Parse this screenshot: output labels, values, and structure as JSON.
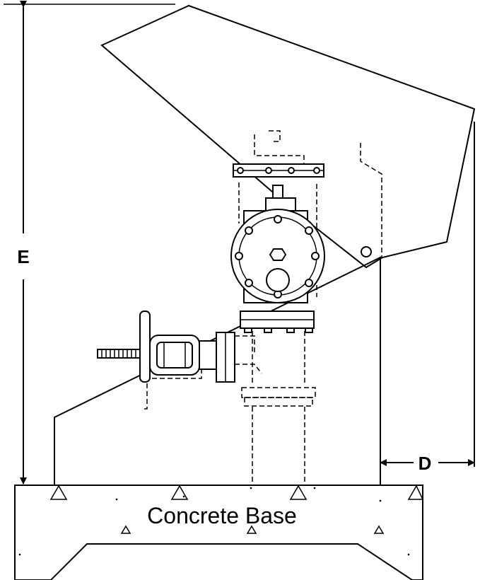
{
  "labels": {
    "base": "Concrete Base",
    "height_dim": "E",
    "depth_dim": "D"
  }
}
